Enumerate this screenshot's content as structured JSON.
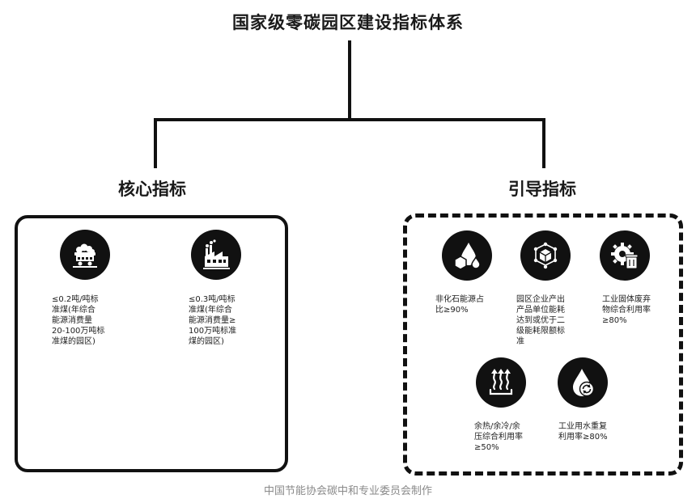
{
  "title": "国家级零碳园区建设指标体系",
  "core": {
    "heading": "核心指标",
    "items": [
      {
        "icon": "coal-cart-icon",
        "text": "≤0.2吨/吨标\n准煤(年综合\n能源消费量\n20-100万吨标\n准煤的园区)"
      },
      {
        "icon": "factory-icon",
        "text": "≤0.3吨/吨标\n准煤(年综合\n能源消费量≥\n100万吨标准\n煤的园区)"
      }
    ]
  },
  "guide": {
    "heading": "引导指标",
    "items": [
      {
        "icon": "renewable-energy-icon",
        "text": "非化石能源占\n比≥90%"
      },
      {
        "icon": "product-cube-network-icon",
        "text": "园区企业产出\n产品单位能耗\n达到或优于二\n级能耗限额标\n准"
      },
      {
        "icon": "gear-recycle-bin-icon",
        "text": "工业固体废弃\n物综合利用率\n≥80%"
      },
      {
        "icon": "waste-heat-icon",
        "text": "余热/余冷/余\n压综合利用率\n≥50%"
      },
      {
        "icon": "water-recycle-icon",
        "text": "工业用水重复\n利用率≥80%"
      }
    ]
  },
  "footer": "中国节能协会碳中和专业委员会制作"
}
